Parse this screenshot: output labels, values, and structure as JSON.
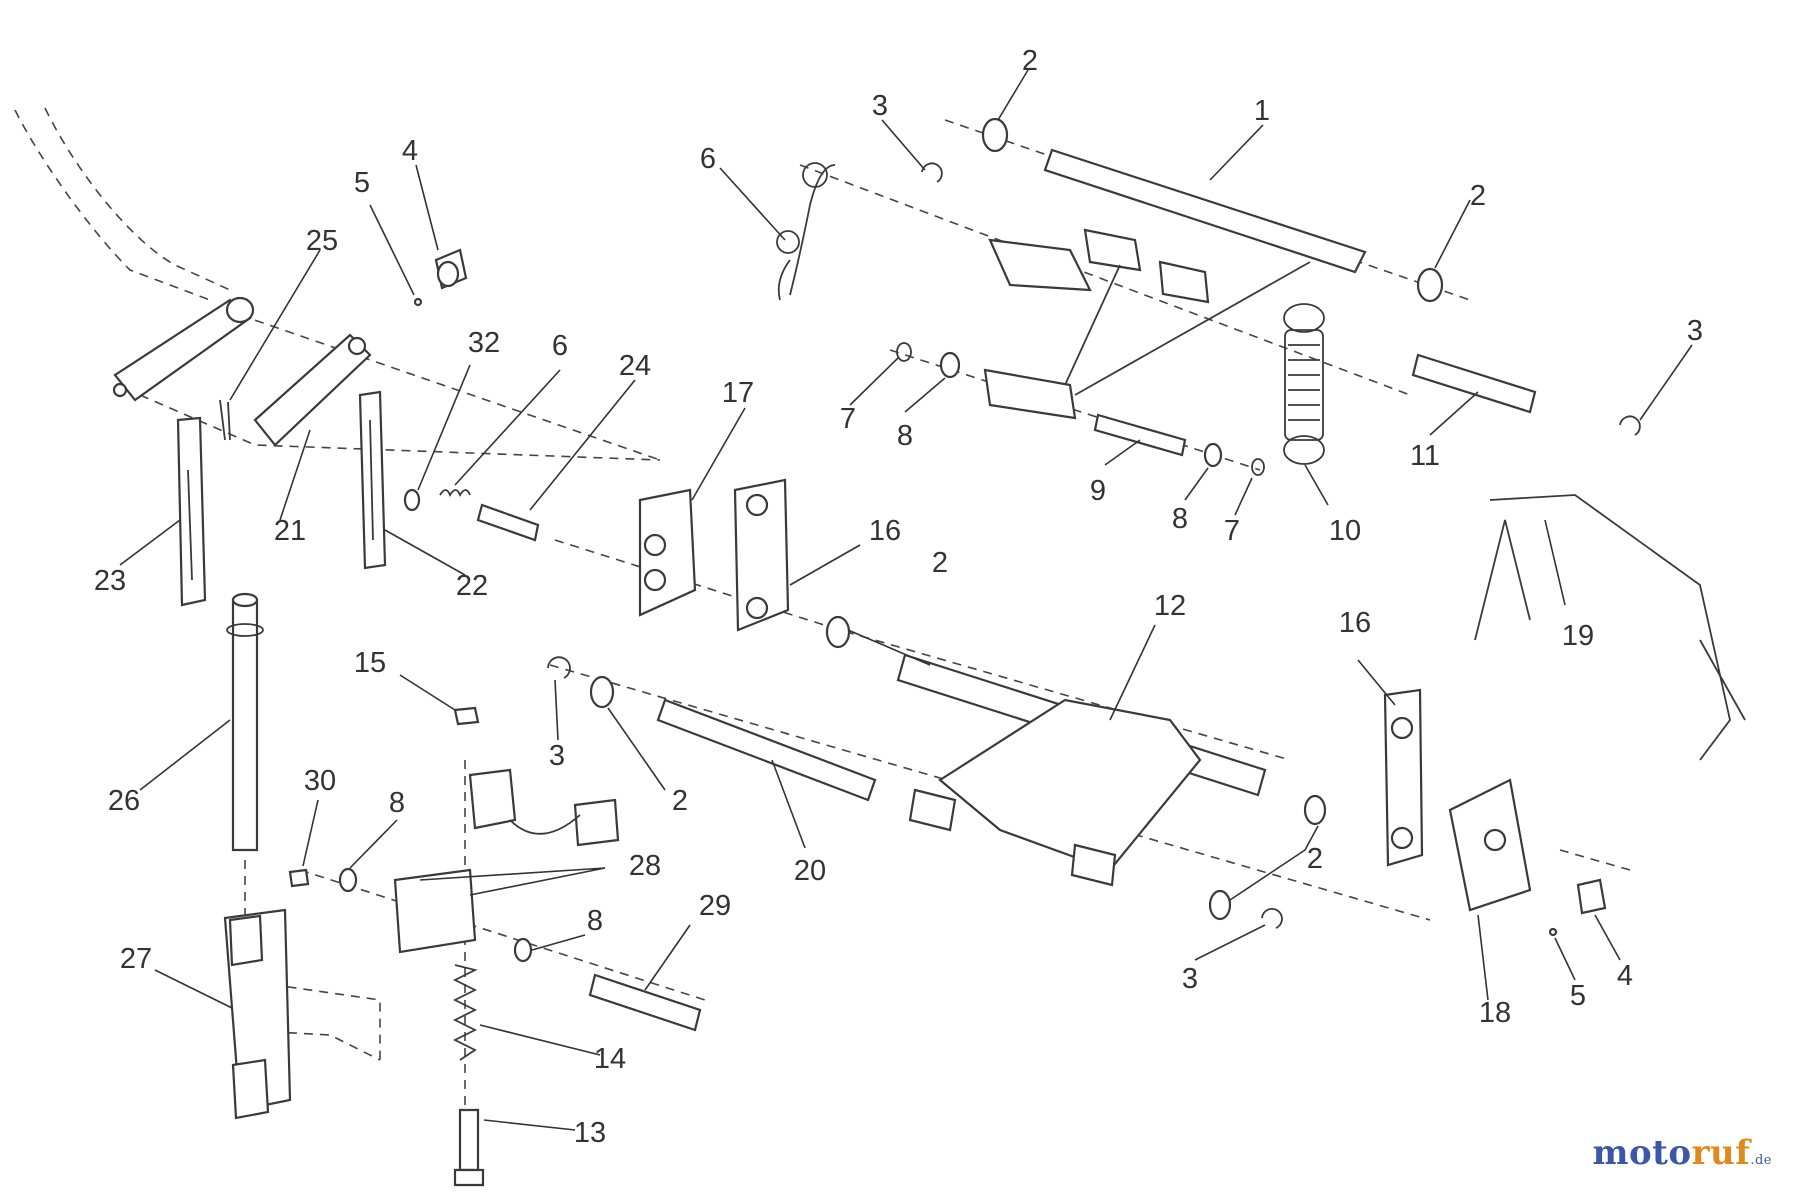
{
  "diagram": {
    "callouts": [
      {
        "id": "c1",
        "text": "1"
      },
      {
        "id": "c2a",
        "text": "2"
      },
      {
        "id": "c2b",
        "text": "2"
      },
      {
        "id": "c2c",
        "text": "2"
      },
      {
        "id": "c2d",
        "text": "2"
      },
      {
        "id": "c2e",
        "text": "2"
      },
      {
        "id": "c3a",
        "text": "3"
      },
      {
        "id": "c3b",
        "text": "3"
      },
      {
        "id": "c3c",
        "text": "3"
      },
      {
        "id": "c3d",
        "text": "3"
      },
      {
        "id": "c4a",
        "text": "4"
      },
      {
        "id": "c4b",
        "text": "4"
      },
      {
        "id": "c5a",
        "text": "5"
      },
      {
        "id": "c5b",
        "text": "5"
      },
      {
        "id": "c6a",
        "text": "6"
      },
      {
        "id": "c6b",
        "text": "6"
      },
      {
        "id": "c7a",
        "text": "7"
      },
      {
        "id": "c7b",
        "text": "7"
      },
      {
        "id": "c8a",
        "text": "8"
      },
      {
        "id": "c8b",
        "text": "8"
      },
      {
        "id": "c8c",
        "text": "8"
      },
      {
        "id": "c8d",
        "text": "8"
      },
      {
        "id": "c9",
        "text": "9"
      },
      {
        "id": "c10",
        "text": "10"
      },
      {
        "id": "c11",
        "text": "11"
      },
      {
        "id": "c12",
        "text": "12"
      },
      {
        "id": "c13",
        "text": "13"
      },
      {
        "id": "c14",
        "text": "14"
      },
      {
        "id": "c15",
        "text": "15"
      },
      {
        "id": "c16a",
        "text": "16"
      },
      {
        "id": "c16b",
        "text": "16"
      },
      {
        "id": "c17",
        "text": "17"
      },
      {
        "id": "c18",
        "text": "18"
      },
      {
        "id": "c19",
        "text": "19"
      },
      {
        "id": "c20",
        "text": "20"
      },
      {
        "id": "c21",
        "text": "21"
      },
      {
        "id": "c22",
        "text": "22"
      },
      {
        "id": "c23",
        "text": "23"
      },
      {
        "id": "c24",
        "text": "24"
      },
      {
        "id": "c25",
        "text": "25"
      },
      {
        "id": "c26",
        "text": "26"
      },
      {
        "id": "c27",
        "text": "27"
      },
      {
        "id": "c28",
        "text": "28"
      },
      {
        "id": "c29",
        "text": "29"
      },
      {
        "id": "c30",
        "text": "30"
      },
      {
        "id": "c32",
        "text": "32"
      }
    ]
  },
  "watermark": {
    "part_a": "moto",
    "part_b": "ruf",
    "part_c": ".de"
  },
  "colors": {
    "line": "#3a3a3a",
    "watermark_blue": "#3b57a8",
    "watermark_orange": "#e08a1e"
  }
}
